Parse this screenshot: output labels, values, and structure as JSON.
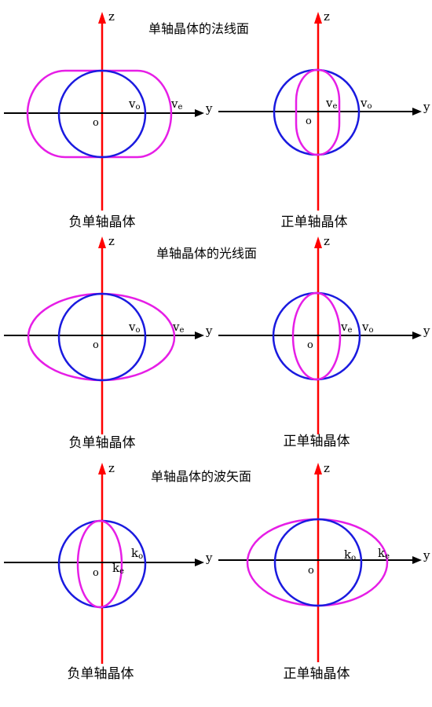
{
  "sections": [
    {
      "title": "单轴晶体的法线面",
      "panels": [
        {
          "caption": "负单轴晶体",
          "inner_label": {
            "main": "v",
            "sub": "o"
          },
          "outer_label": {
            "main": "v",
            "sub": "e"
          },
          "circle_color": "#1a1adf",
          "surface_color": "#e61ee6",
          "surface_shape": "oval"
        },
        {
          "caption": "正单轴晶体",
          "inner_label": {
            "main": "v",
            "sub": "e"
          },
          "outer_label": {
            "main": "v",
            "sub": "o"
          },
          "circle_color": "#1a1adf",
          "surface_color": "#e61ee6",
          "surface_shape": "oval"
        }
      ]
    },
    {
      "title": "单轴晶体的光线面",
      "panels": [
        {
          "caption": "负单轴晶体",
          "inner_label": {
            "main": "v",
            "sub": "o"
          },
          "outer_label": {
            "main": "v",
            "sub": "e"
          },
          "circle_color": "#1a1adf",
          "surface_color": "#e61ee6",
          "surface_shape": "ellipse"
        },
        {
          "caption": "正单轴晶体",
          "inner_label": {
            "main": "v",
            "sub": "e"
          },
          "outer_label": {
            "main": "v",
            "sub": "o"
          },
          "circle_color": "#1a1adf",
          "surface_color": "#e61ee6",
          "surface_shape": "ellipse"
        }
      ]
    },
    {
      "title": "单轴晶体的波矢面",
      "panels": [
        {
          "caption": "负单轴晶体",
          "inner_label": {
            "main": "k",
            "sub": "e"
          },
          "outer_label": {
            "main": "k",
            "sub": "o"
          },
          "circle_color": "#1a1adf",
          "surface_color": "#e61ee6",
          "surface_shape": "ellipse"
        },
        {
          "caption": "正单轴晶体",
          "inner_label": {
            "main": "k",
            "sub": "o"
          },
          "outer_label": {
            "main": "k",
            "sub": "e"
          },
          "circle_color": "#1a1adf",
          "surface_color": "#e61ee6",
          "surface_shape": "ellipse"
        }
      ]
    }
  ],
  "axis_labels": {
    "y": "y",
    "z": "z",
    "origin": "o"
  },
  "colors": {
    "z_axis": "#ff0000",
    "y_axis": "#000000"
  }
}
